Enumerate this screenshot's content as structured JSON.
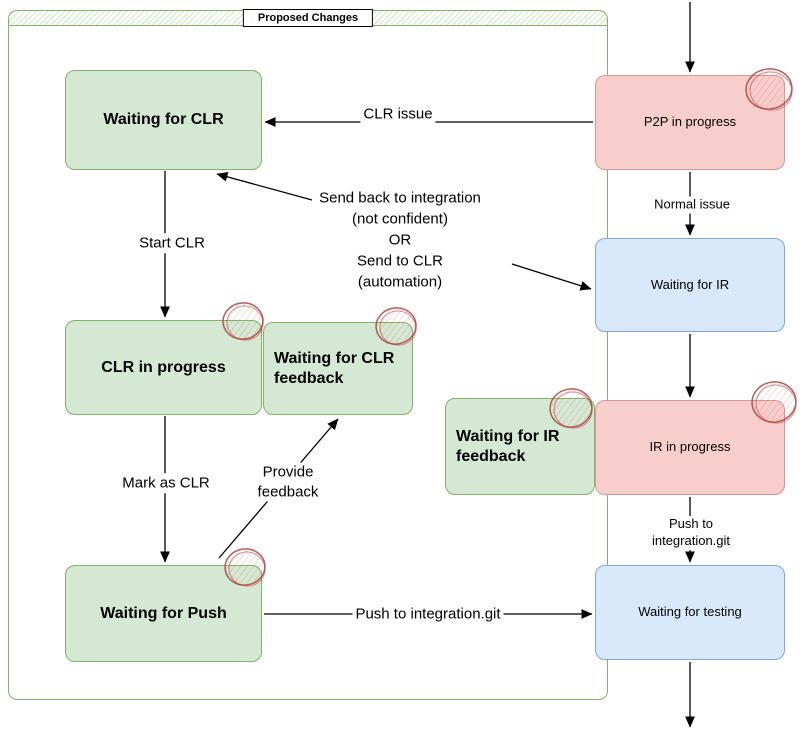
{
  "frame": {
    "title": "Proposed Changes"
  },
  "nodes": {
    "waiting_for_clr": {
      "label": "Waiting for CLR",
      "color": "green"
    },
    "clr_in_progress": {
      "label": "CLR in progress",
      "color": "green"
    },
    "waiting_for_clr_feedback": {
      "label": "Waiting for CLR feedback",
      "color": "green"
    },
    "waiting_for_ir_feedback": {
      "label": "Waiting for IR feedback",
      "color": "green"
    },
    "waiting_for_push": {
      "label": "Waiting for Push",
      "color": "green"
    },
    "p2p_in_progress": {
      "label": "P2P in progress",
      "color": "red"
    },
    "waiting_for_ir": {
      "label": "Waiting for IR",
      "color": "blue"
    },
    "ir_in_progress": {
      "label": "IR in progress",
      "color": "red"
    },
    "waiting_for_testing": {
      "label": "Waiting for testing",
      "color": "blue"
    }
  },
  "edge_labels": {
    "clr_issue": "CLR issue",
    "start_clr": "Start CLR",
    "send_back_block": "Send back to integration\n(not confident)\nOR\nSend to CLR\n(automation)",
    "mark_as_clr": "Mark as CLR",
    "provide_feedback": "Provide\nfeedback",
    "push_to_integration_left": "Push to integration.git",
    "normal_issue": "Normal issue",
    "push_to_integration_right": "Push to integration.git"
  },
  "colors": {
    "green_fill": "#d5e8d4",
    "green_stroke": "#82b366",
    "red_fill": "#f8cecc",
    "red_stroke": "#d89795",
    "blue_fill": "#dae8fc",
    "blue_stroke": "#7ea6e0",
    "frame_stroke": "#82b366",
    "annotation_red": "#b0413e",
    "arrow_black": "#000000"
  },
  "annotations": {
    "circled_nodes": [
      "p2p_in_progress",
      "clr_in_progress",
      "waiting_for_clr_feedback",
      "waiting_for_ir_feedback",
      "ir_in_progress",
      "waiting_for_push"
    ]
  }
}
